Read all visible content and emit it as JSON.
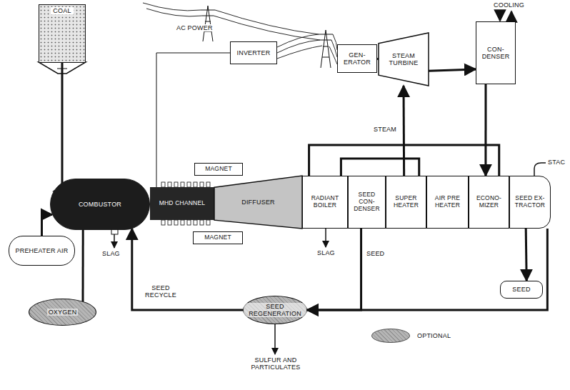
{
  "diagram": {
    "nodes": [
      {
        "text": [
          "COAL"
        ]
      },
      {
        "text": [
          "INVERTER"
        ]
      },
      {
        "text": [
          "GEN- ERATOR"
        ]
      },
      {
        "text": [
          "STEAM TURBINE"
        ]
      },
      {
        "text": [
          "CON- DENSER"
        ]
      },
      {
        "text": [
          "PREHEATER AIR"
        ]
      },
      {
        "text": [
          "COMBUSTOR"
        ]
      },
      {
        "text": [
          "MAGNET"
        ]
      },
      {
        "text": [
          "MHD CHANNEL"
        ]
      },
      {
        "text": [
          "MAGNET"
        ]
      },
      {
        "text": [
          "DIFFUSER"
        ]
      },
      {
        "text": [
          "RADIANT BOILER"
        ]
      },
      {
        "text": [
          "SEED CON- DENSER"
        ]
      },
      {
        "text": [
          "SUPER HEATER"
        ]
      },
      {
        "text": [
          "AIR PRE HEATER"
        ]
      },
      {
        "text": [
          "ECONO- MIZER"
        ]
      },
      {
        "text": [
          "SEED EX- TRACTOR"
        ]
      },
      {
        "text": [
          "SEED"
        ]
      },
      {
        "text": [
          "OXYGEN"
        ]
      },
      {
        "text": [
          "SEED REGENERATION"
        ]
      }
    ],
    "edges": [
      {
        "from": 0,
        "to": 6,
        "arrow": "to"
      },
      {
        "from": 5,
        "to": 6,
        "arrow": "to"
      },
      {
        "from": 18,
        "to": 6,
        "arrow": "none"
      },
      {
        "from": 19,
        "to": 6,
        "arrow": "to",
        "label": "SEED RECYCLE"
      },
      {
        "from": 8,
        "to": 1,
        "arrow": "none"
      },
      {
        "from": 3,
        "to": 2,
        "arrow": "none"
      },
      {
        "from": 3,
        "to": 4,
        "arrow": "to"
      },
      {
        "from": 4,
        "to": 15,
        "arrow": "to"
      },
      {
        "from": 13,
        "to": 3,
        "arrow": "to",
        "label": "STEAM"
      },
      {
        "from": 15,
        "to": 11,
        "arrow": "none"
      },
      {
        "from": 11,
        "to": 13,
        "arrow": "none"
      },
      {
        "from": 12,
        "to": 19,
        "arrow": "to",
        "label": "SEED"
      },
      {
        "from": 16,
        "to": 19,
        "arrow": "to"
      },
      {
        "from": 16,
        "to": 17,
        "arrow": "to"
      }
    ],
    "labels": [
      "AC POWER",
      "COOLING",
      "STAC",
      "SLAG",
      "SLAG",
      "SULFUR AND PARTICULATES"
    ],
    "legend": [
      {
        "text": "OPTIONAL",
        "color": "#b5b5b5"
      }
    ]
  }
}
